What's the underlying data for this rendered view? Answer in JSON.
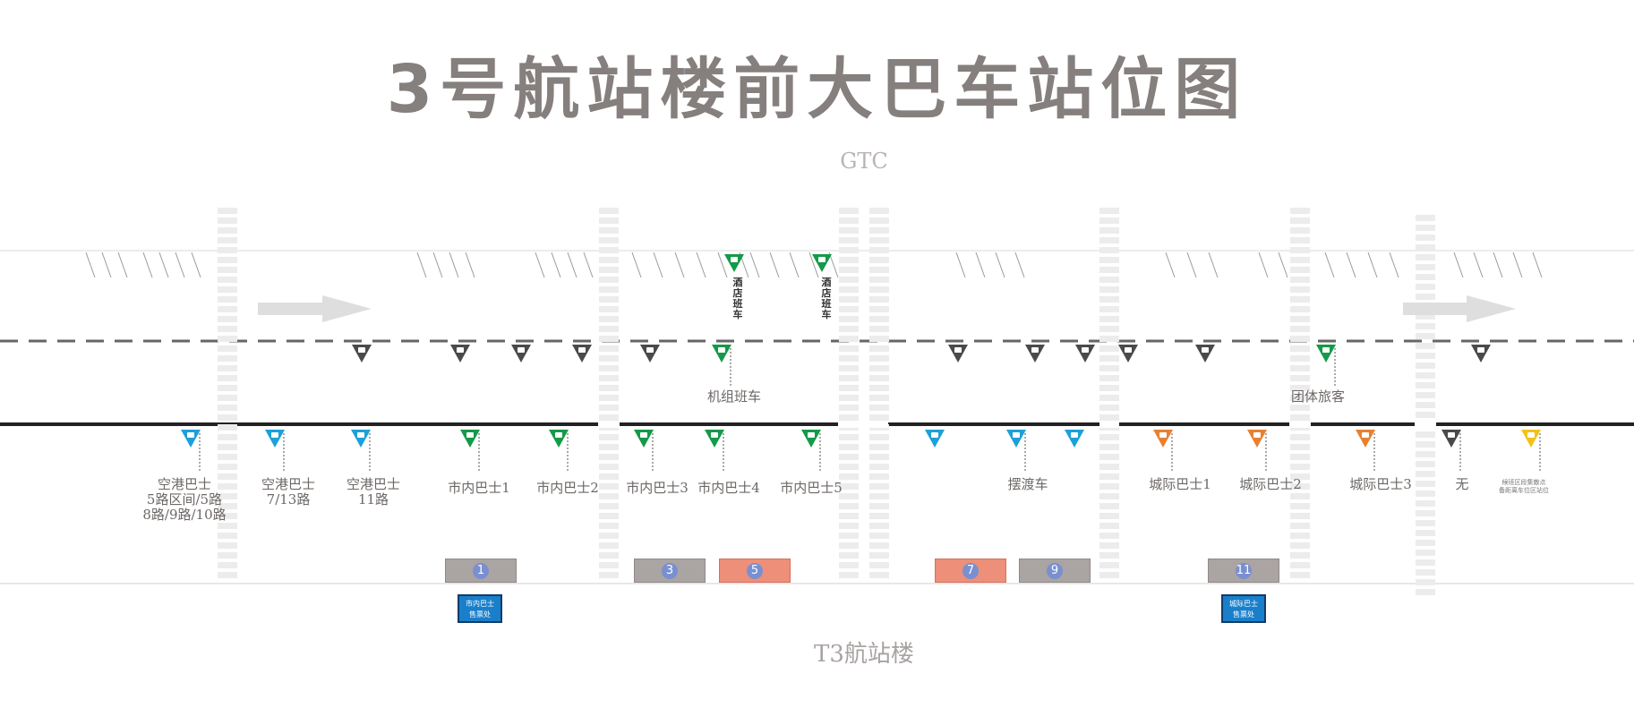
{
  "title": "3号航站楼前大巴车站位图",
  "top_building": "GTC",
  "bottom_building": "T3航站楼",
  "colors": {
    "airport_bus": "#1da0d9",
    "city_bus": "#149a48",
    "intercity_bus": "#e88032",
    "parked": "#4a4a4a",
    "none": "#f2c21a",
    "door": "#aaa4a3",
    "door_highlight": "#ed8f79",
    "ticket": "#1a7fcb"
  },
  "hotel_shuttle": "酒店班车",
  "crew_shuttle": "机组班车",
  "tour_group": "团体旅客",
  "stops": [
    {
      "id": "airport-bus-a",
      "text": "空港巴士\n5路区间/5路\n8路/9路/10路"
    },
    {
      "id": "airport-bus-b",
      "text": "空港巴士\n7/13路"
    },
    {
      "id": "airport-bus-c",
      "text": "空港巴士\n11路"
    },
    {
      "id": "city-bus-1",
      "text": "市内巴士1"
    },
    {
      "id": "city-bus-2",
      "text": "市内巴士2"
    },
    {
      "id": "city-bus-3",
      "text": "市内巴士3"
    },
    {
      "id": "city-bus-4",
      "text": "市内巴士4"
    },
    {
      "id": "city-bus-5",
      "text": "市内巴士5"
    },
    {
      "id": "ferry",
      "text": "摆渡车"
    },
    {
      "id": "intercity-1",
      "text": "城际巴士1"
    },
    {
      "id": "intercity-2",
      "text": "城际巴士2"
    },
    {
      "id": "intercity-3",
      "text": "城际巴士3"
    },
    {
      "id": "none",
      "text": "无"
    }
  ],
  "doors": [
    {
      "num": "1",
      "highlight": false
    },
    {
      "num": "3",
      "highlight": false
    },
    {
      "num": "5",
      "highlight": true
    },
    {
      "num": "7",
      "highlight": true
    },
    {
      "num": "9",
      "highlight": false
    },
    {
      "num": "11",
      "highlight": false
    }
  ],
  "ticket_offices": [
    "市内巴士\n售票处",
    "城际巴士\n售票处"
  ],
  "tiny_note": "候班区段集散点\n备距离车位区站位"
}
